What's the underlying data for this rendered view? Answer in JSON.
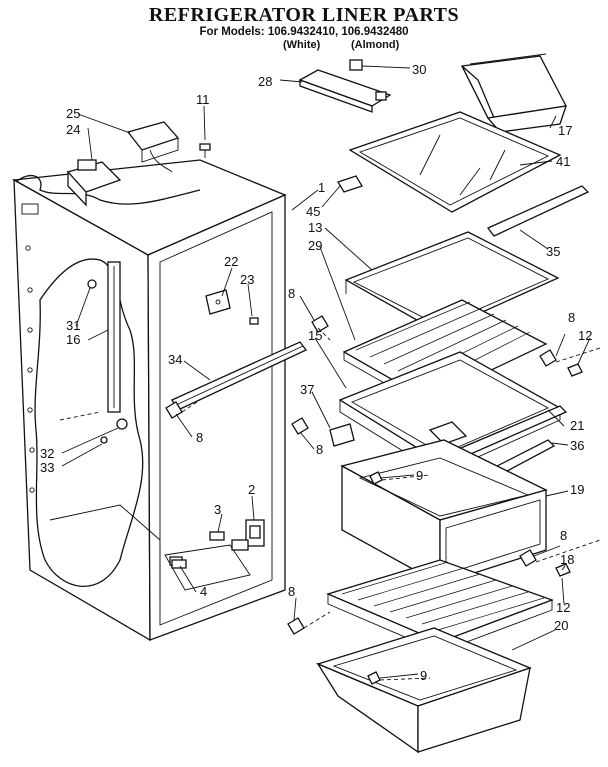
{
  "header": {
    "title": "REFRIGERATOR LINER PARTS",
    "models_line": "For Models: 106.9432410, 106.9432480",
    "variant_white": "(White)",
    "variant_almond": "(Almond)"
  },
  "callouts": [
    "1",
    "2",
    "3",
    "4",
    "8",
    "8",
    "8",
    "8",
    "8",
    "8",
    "9",
    "9",
    "11",
    "12",
    "12",
    "13",
    "15",
    "16",
    "17",
    "18",
    "19",
    "20",
    "21",
    "22",
    "23",
    "24",
    "25",
    "28",
    "29",
    "30",
    "31",
    "32",
    "33",
    "34",
    "35",
    "36",
    "37",
    "41",
    "45"
  ]
}
